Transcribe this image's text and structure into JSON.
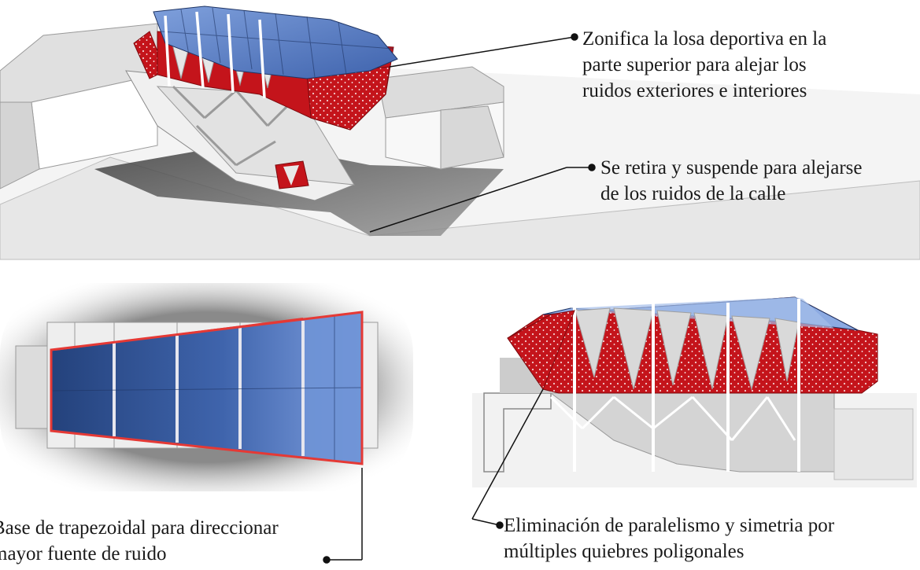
{
  "annotations": {
    "top_right": "Zonifica la losa deportiva en la\nparte superior para alejar los\nruidos exteriores e interiores",
    "middle_right": "Se retira y suspende para alejarse\nde los ruidos de la calle",
    "bottom_left": "Base de trapezoidal para direccionar\nmayor fuente de ruido",
    "bottom_right": "Eliminación de paralelismo y simetria por\nmúltiples quiebres poligonales"
  },
  "colors": {
    "glass_blue": "#5b7fc4",
    "dark_blue": "#2d4a86",
    "red_panel": "#c4141b",
    "grey_mass": "#cfcfcf",
    "outline_red": "#e53935"
  }
}
